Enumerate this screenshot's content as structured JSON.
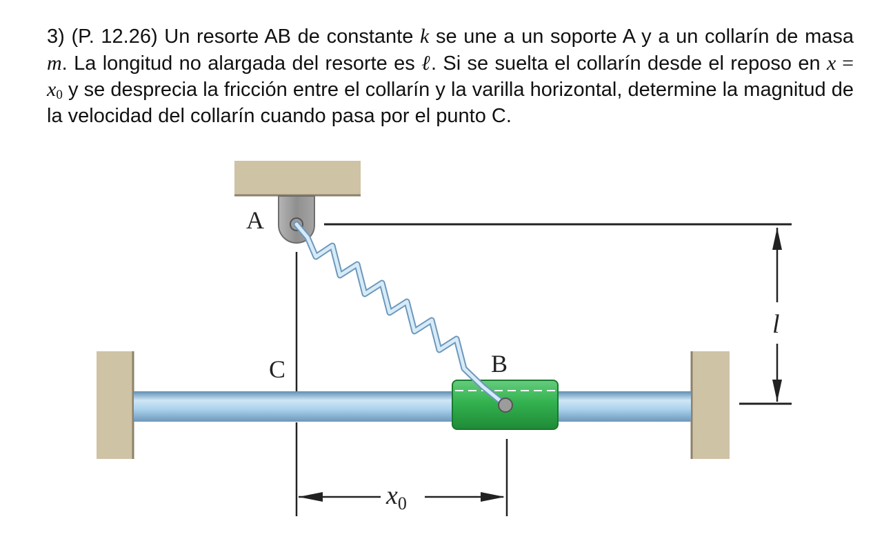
{
  "problem": {
    "p1": "3) (P. 12.26) Un resorte AB de constante ",
    "k": "k",
    "p2": " se une a un soporte A y a un collarín de masa ",
    "m": "m",
    "p3": ".  La longitud no alargada del resorte es  ",
    "ell": "ℓ",
    "p4": ".  Si se suelta el collarín desde el reposo en ",
    "x": "x",
    "eq": " = ",
    "x0_base": "x",
    "x0_sub": "0",
    "p5": " y se desprecia la fricción entre el collarín y la varilla horizontal, determine la magnitud de la velocidad del collarín cuando pasa por el punto C."
  },
  "figure": {
    "label_A": "A",
    "label_B": "B",
    "label_C": "C",
    "label_l": "l",
    "label_x0_base": "x",
    "label_x0_sub": "0"
  },
  "colors": {
    "support": "#cfc3a6",
    "support_edge": "#9a8f74",
    "rod_mid": "#a9d1ec",
    "rod_edge": "#5f8fb3",
    "collar": "#33b24f",
    "collar_dark": "#1f8a37",
    "spring": "#b9d8ef",
    "spring_edge": "#6d97ba",
    "bracket": "#9a9a9a"
  }
}
